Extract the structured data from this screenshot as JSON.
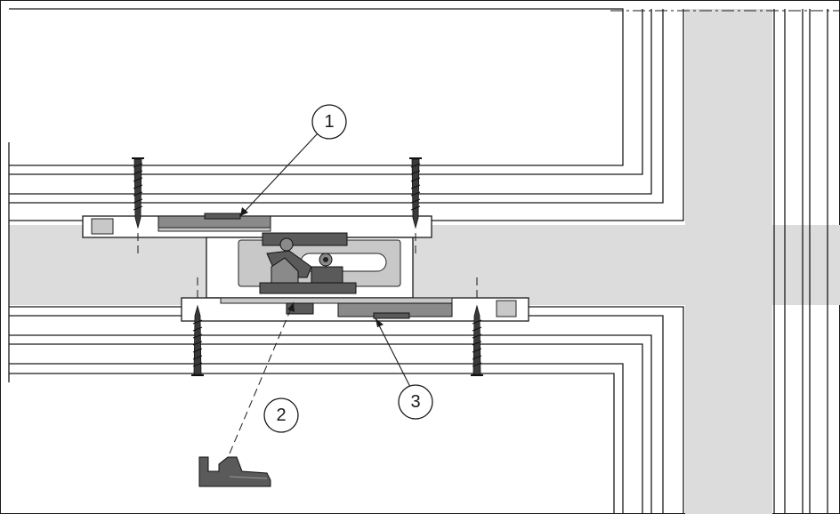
{
  "callouts": [
    {
      "id": "1",
      "label": "1",
      "target": "catch-upper"
    },
    {
      "id": "2",
      "label": "2",
      "target": "clip-part"
    },
    {
      "id": "3",
      "label": "3",
      "target": "catch-lower"
    }
  ],
  "colors": {
    "line": "#1a1a1a",
    "gap_band": "#dcdcdc",
    "dark_part": "#5a5a5a",
    "light_part": "#c8c8c8"
  }
}
